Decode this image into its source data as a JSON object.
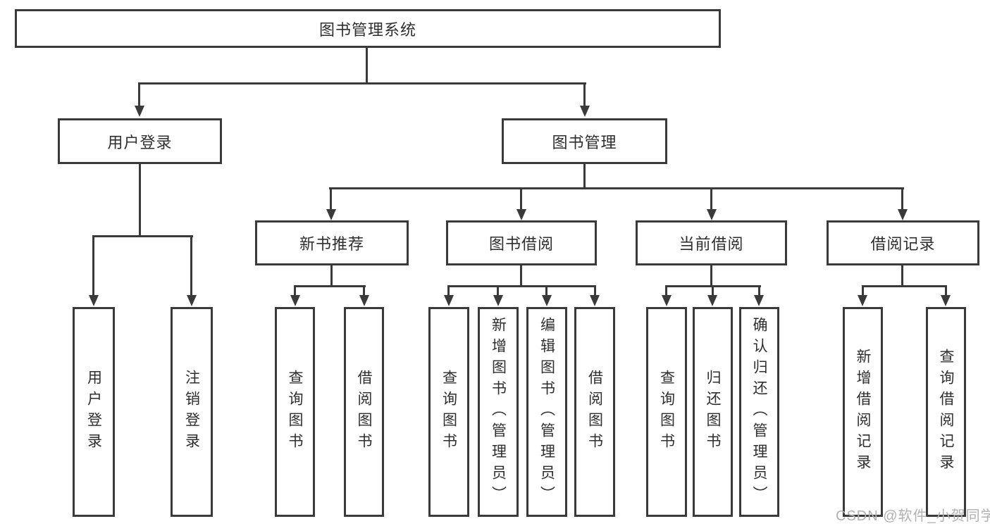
{
  "tree": {
    "label": "图书管理系统",
    "children": [
      {
        "label": "用户登录",
        "children": [
          {
            "label": "用户登录"
          },
          {
            "label": "注销登录"
          }
        ]
      },
      {
        "label": "图书管理",
        "children": [
          {
            "label": "新书推荐",
            "children": [
              {
                "label": "查询图书"
              },
              {
                "label": "借阅图书"
              }
            ]
          },
          {
            "label": "图书借阅",
            "children": [
              {
                "label": "查询图书"
              },
              {
                "label": "新增图书（管理员）"
              },
              {
                "label": "编辑图书（管理员）"
              },
              {
                "label": "借阅图书"
              }
            ]
          },
          {
            "label": "当前借阅",
            "children": [
              {
                "label": "查询图书"
              },
              {
                "label": "归还图书"
              },
              {
                "label": "确认归还（管理员）"
              }
            ]
          },
          {
            "label": "借阅记录",
            "children": [
              {
                "label": "新增借阅记录"
              },
              {
                "label": "查询借阅记录"
              }
            ]
          }
        ]
      }
    ]
  },
  "watermark": "CSDN @软件_小贺同学",
  "colors": {
    "line": "#3a3a3a",
    "text": "#2e2e2e",
    "watermark": "#b2b0b0",
    "background": "#ffffff"
  }
}
